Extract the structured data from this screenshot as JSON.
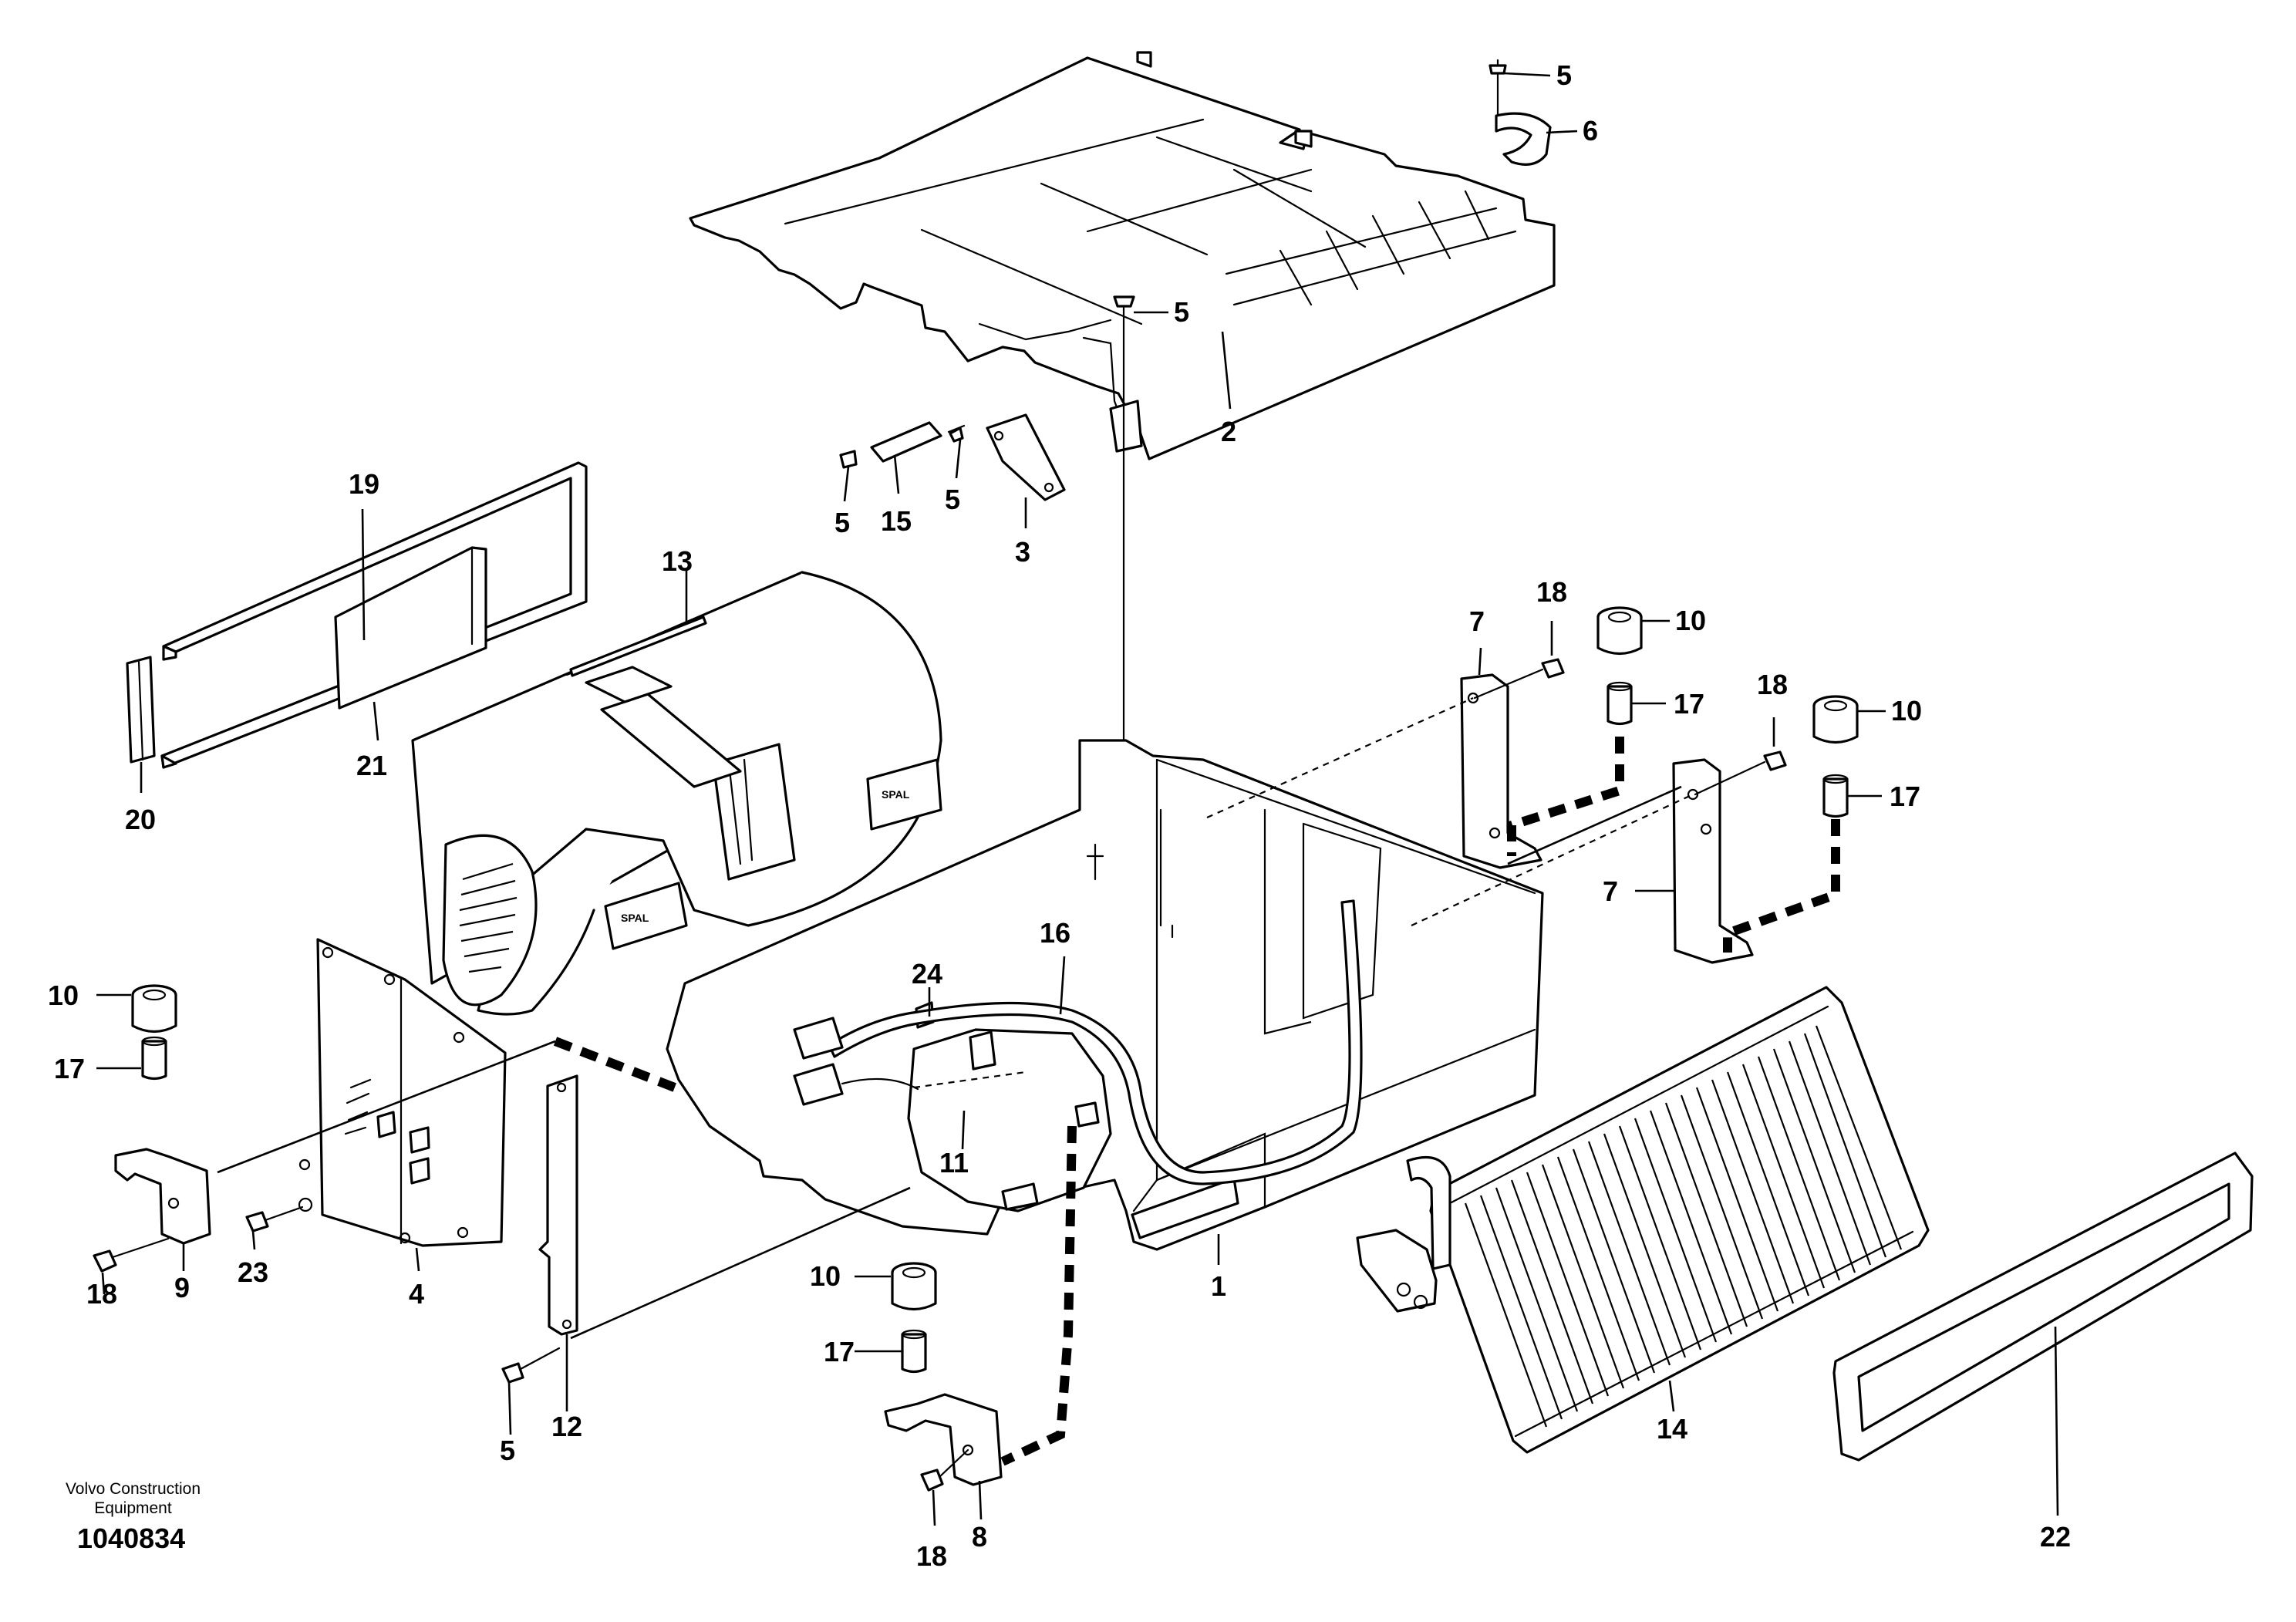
{
  "credit": {
    "line1": "Volvo Construction",
    "line2": "Equipment"
  },
  "reference_number": "1040834",
  "brand_label": "SPAL",
  "callouts": [
    {
      "id": "c1",
      "text": "1"
    },
    {
      "id": "c2",
      "text": "2"
    },
    {
      "id": "c3",
      "text": "3"
    },
    {
      "id": "c4",
      "text": "4"
    },
    {
      "id": "c5a",
      "text": "5"
    },
    {
      "id": "c5b",
      "text": "5"
    },
    {
      "id": "c5c",
      "text": "5"
    },
    {
      "id": "c5d",
      "text": "5"
    },
    {
      "id": "c5e",
      "text": "5"
    },
    {
      "id": "c6",
      "text": "6"
    },
    {
      "id": "c7a",
      "text": "7"
    },
    {
      "id": "c7b",
      "text": "7"
    },
    {
      "id": "c8",
      "text": "8"
    },
    {
      "id": "c9",
      "text": "9"
    },
    {
      "id": "c10a",
      "text": "10"
    },
    {
      "id": "c10b",
      "text": "10"
    },
    {
      "id": "c10c",
      "text": "10"
    },
    {
      "id": "c10d",
      "text": "10"
    },
    {
      "id": "c11",
      "text": "11"
    },
    {
      "id": "c12",
      "text": "12"
    },
    {
      "id": "c13",
      "text": "13"
    },
    {
      "id": "c14",
      "text": "14"
    },
    {
      "id": "c15",
      "text": "15"
    },
    {
      "id": "c16",
      "text": "16"
    },
    {
      "id": "c17a",
      "text": "17"
    },
    {
      "id": "c17b",
      "text": "17"
    },
    {
      "id": "c17c",
      "text": "17"
    },
    {
      "id": "c17d",
      "text": "17"
    },
    {
      "id": "c18a",
      "text": "18"
    },
    {
      "id": "c18b",
      "text": "18"
    },
    {
      "id": "c18c",
      "text": "18"
    },
    {
      "id": "c18d",
      "text": "18"
    },
    {
      "id": "c19",
      "text": "19"
    },
    {
      "id": "c20",
      "text": "20"
    },
    {
      "id": "c21",
      "text": "21"
    },
    {
      "id": "c22",
      "text": "22"
    },
    {
      "id": "c23",
      "text": "23"
    },
    {
      "id": "c24",
      "text": "24"
    }
  ]
}
